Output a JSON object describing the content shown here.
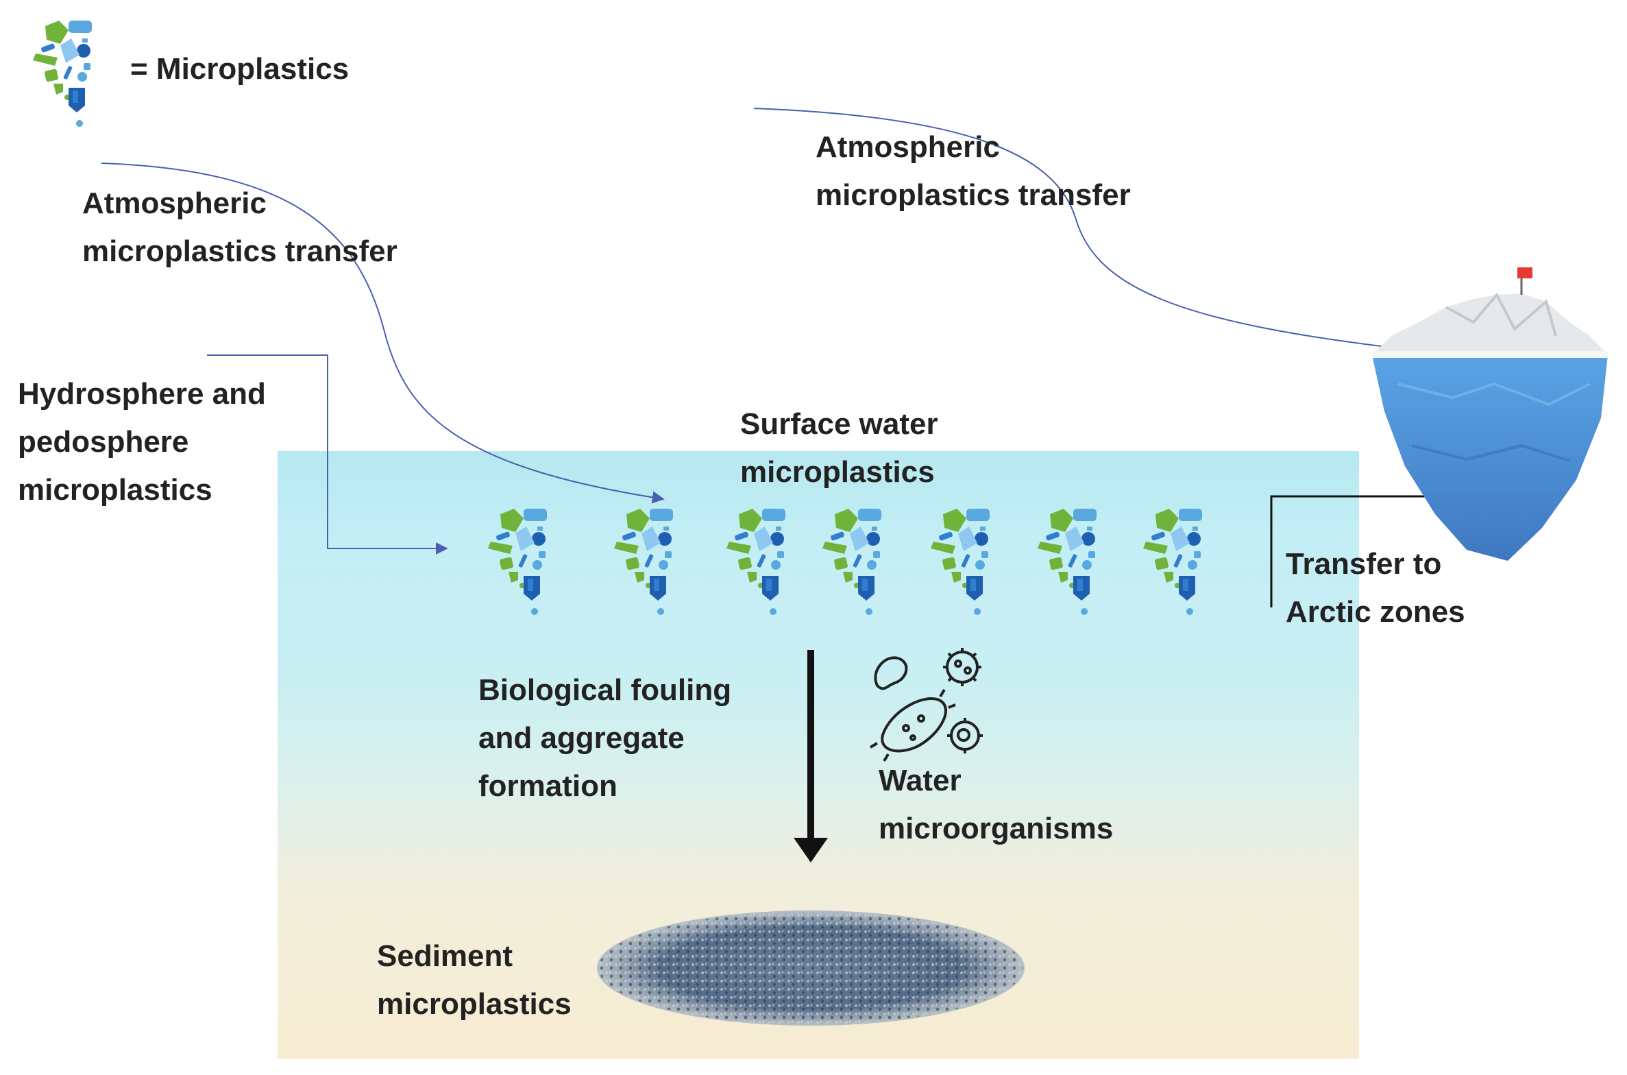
{
  "legend": {
    "equals_label": "= Microplastics",
    "icon": "microplastics-cluster-icon"
  },
  "labels": {
    "atmo_left": [
      "Atmospheric",
      "microplastics transfer"
    ],
    "atmo_right": [
      "Atmospheric",
      "microplastics transfer"
    ],
    "hydro": [
      "Hydrosphere and",
      "pedosphere",
      "microplastics"
    ],
    "surface": [
      "Surface water",
      "microplastics"
    ],
    "fouling": [
      "Biological fouling",
      "and aggregate",
      "formation"
    ],
    "microbes": [
      "Water",
      "microorganisms"
    ],
    "sediment": [
      "Sediment",
      "microplastics"
    ],
    "arctic": [
      "Transfer to",
      "Arctic zones"
    ]
  },
  "colors": {
    "text": "#222222",
    "arrow_line": "#4a5fb0",
    "green": "#6fb33a",
    "light_blue": "#5aa8e0",
    "mid_blue": "#2f7fd0",
    "dark_blue": "#1f5fb0",
    "water_top": "#b7e8f0",
    "sand": "#f7ecd2",
    "iceberg": "#4a90d9",
    "sediment": "#5a7090"
  },
  "icons": [
    "microplastics-cluster-icon",
    "bacteria-icon",
    "virus-icon",
    "iceberg-icon",
    "flag-icon"
  ]
}
